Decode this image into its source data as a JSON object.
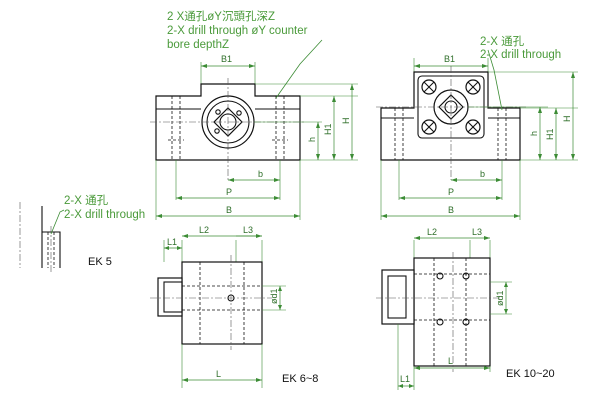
{
  "callouts": {
    "ek6_line1": "2 X通孔øY沉頭孔深Z",
    "ek6_line2": "2-X drill through øY counter",
    "ek6_line3": "bore depthZ",
    "ek10_line1": "2-X 通孔",
    "ek10_line2": "2-X drill through",
    "ek5_line1": "2-X 通孔",
    "ek5_line2": "2-X drill through"
  },
  "dimensions": {
    "b1": "B1",
    "h": "h",
    "h1": "H1",
    "h_total": "H",
    "p": "P",
    "b": "b",
    "b_total": "B",
    "l1": "L1",
    "l2": "L2",
    "l3": "L3",
    "d1": "ød1",
    "l": "L"
  },
  "models": {
    "ek5": "EK 5",
    "ek6_8": "EK 6~8",
    "ek10_20": "EK 10~20"
  }
}
